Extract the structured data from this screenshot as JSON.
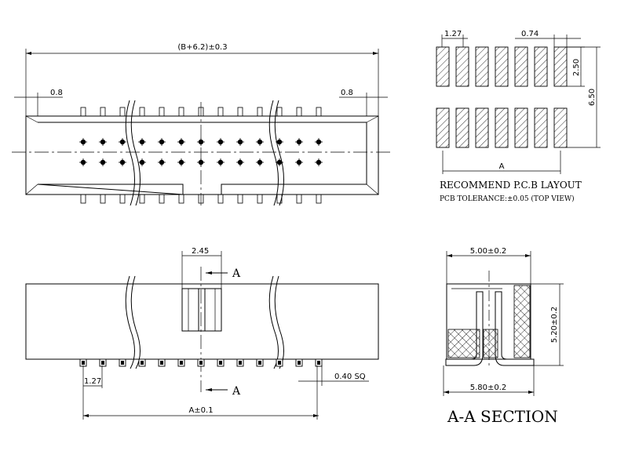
{
  "top_view": {
    "overall_width_label": "(B+6.2)±0.3",
    "left_offset_label": "0.8",
    "right_offset_label": "0.8"
  },
  "pcb_layout": {
    "pitch_label": "1.27",
    "pad_width_label": "0.74",
    "pad_length_label": "2.50",
    "row_span_label": "6.50",
    "a_label": "A",
    "title": "RECOMMEND P.C.B LAYOUT",
    "tolerance": "PCB TOLERANCE:±0.05 (TOP VIEW)"
  },
  "front_view": {
    "key_width_label": "2.45",
    "section_marker_top": "A",
    "section_marker_bottom": "A",
    "pitch_label": "1.27",
    "pin_size_label": "0.40 SQ",
    "a_tol_label": "A±0.1"
  },
  "section_view": {
    "width_top_label": "5.00±0.2",
    "height_label": "5.20±0.2",
    "width_bottom_label": "5.80±0.2",
    "title": "A-A SECTION"
  }
}
